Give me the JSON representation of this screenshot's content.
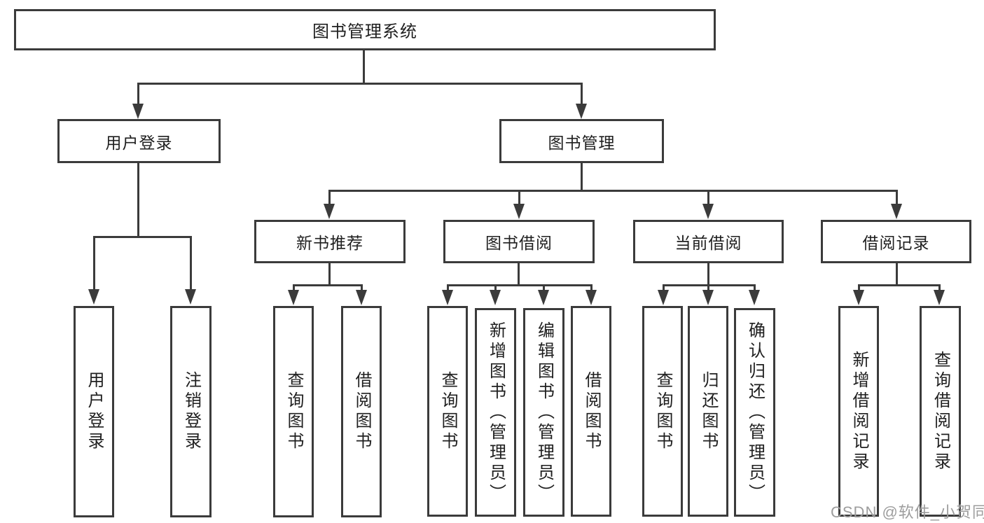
{
  "root": {
    "label": "图书管理系统"
  },
  "login": {
    "label": "用户登录",
    "children": [
      {
        "label": "用户登录"
      },
      {
        "label": "注销登录"
      }
    ]
  },
  "management": {
    "label": "图书管理"
  },
  "groups": [
    {
      "label": "新书推荐",
      "children": [
        {
          "label": "查询图书"
        },
        {
          "label": "借阅图书"
        }
      ]
    },
    {
      "label": "图书借阅",
      "children": [
        {
          "label": "查询图书"
        },
        {
          "label": "新增图书（管理员）"
        },
        {
          "label": "编辑图书（管理员）"
        },
        {
          "label": "借阅图书"
        }
      ]
    },
    {
      "label": "当前借阅",
      "children": [
        {
          "label": "查询图书"
        },
        {
          "label": "归还图书"
        },
        {
          "label": "确认归还（管理员）"
        }
      ]
    },
    {
      "label": "借阅记录",
      "children": [
        {
          "label": "新增借阅记录"
        },
        {
          "label": "查询借阅记录"
        }
      ]
    }
  ],
  "watermark": {
    "text": "CSDN @软件_小贺同学"
  },
  "colors": {
    "line": "#3b3b3b",
    "text": "#1f1f1f",
    "watermark": "#9d9d9d",
    "background": "#ffffff"
  }
}
